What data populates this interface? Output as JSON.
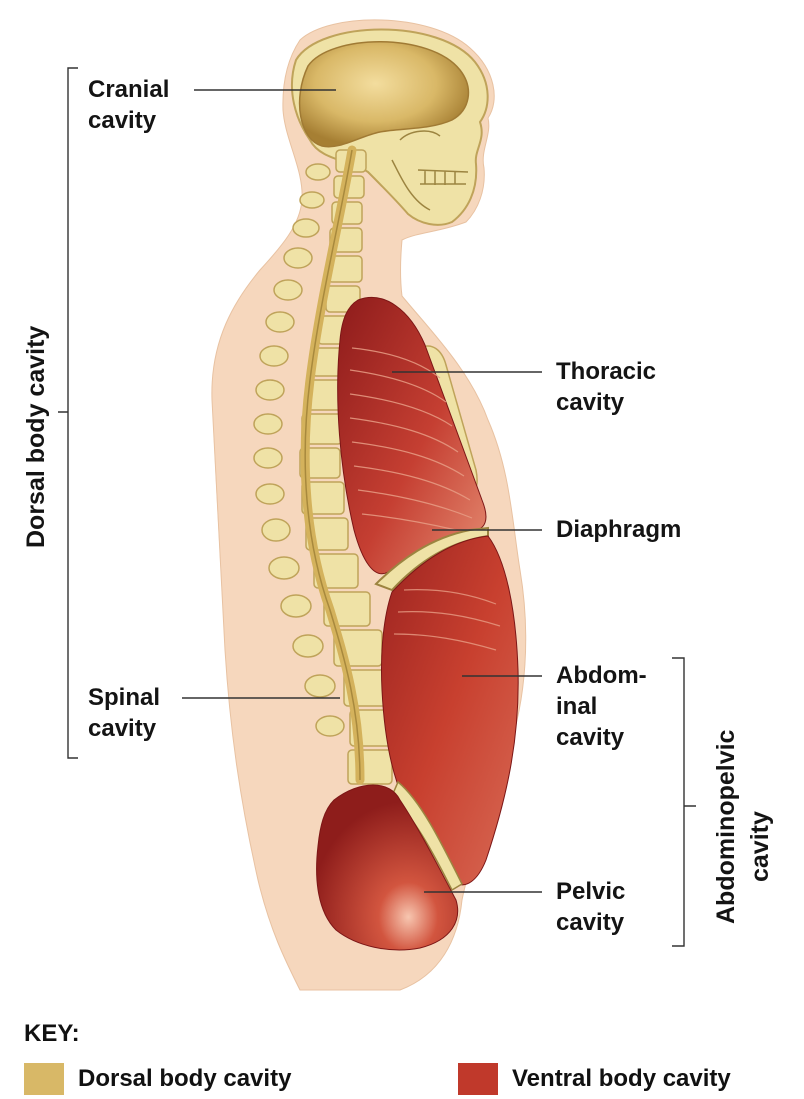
{
  "labels": {
    "cranial": [
      "Cranial",
      "cavity"
    ],
    "thoracic": [
      "Thoracic",
      "cavity"
    ],
    "diaphragm": "Diaphragm",
    "abdominal": [
      "Abdom-",
      "inal",
      "cavity"
    ],
    "spinal": [
      "Spinal",
      "cavity"
    ],
    "pelvic": [
      "Pelvic",
      "cavity"
    ]
  },
  "brackets": {
    "dorsal": "Dorsal body cavity",
    "abdominopelvic": [
      "Abdominopelvic",
      "cavity"
    ]
  },
  "key": {
    "title": "KEY:",
    "items": [
      {
        "label": "Dorsal body cavity",
        "color": "#d8b867"
      },
      {
        "label": "Ventral body cavity",
        "color": "#c0392b"
      }
    ]
  },
  "colors": {
    "skin": "#f6d7bd",
    "bone": "#efe2a6",
    "cranial_fill": "#cfa95a",
    "ventral_dark": "#8f1d1d",
    "ventral_mid": "#c0392b"
  }
}
